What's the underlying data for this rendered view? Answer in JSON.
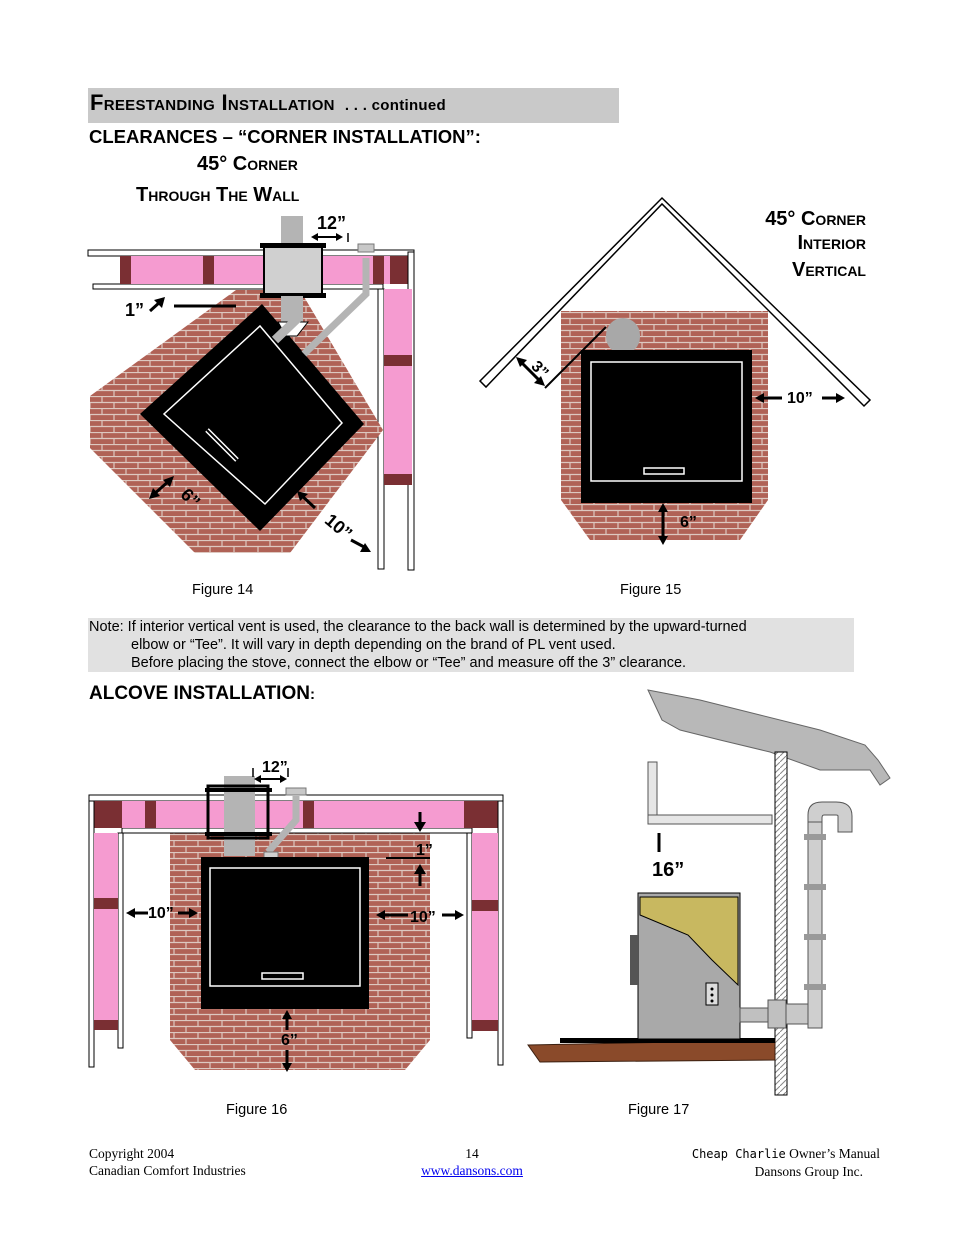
{
  "header": {
    "title": "Freestanding Installation",
    "title_suffix": ". . . continued",
    "subtitle": "CLEARANCES – “CORNER INSTALLATION”:",
    "fig14_heading_line1": "45° Corner",
    "fig14_heading_line2": "Through The Wall"
  },
  "figure14": {
    "caption": "Figure 14",
    "label_top": "12”",
    "label_left": "1”",
    "label_side": "6”",
    "label_front": "10”"
  },
  "figure15": {
    "caption": "Figure 15",
    "heading_line1": "45° Corner",
    "heading_line2": "Interior",
    "heading_line3": "Vertical",
    "label_back": "3”",
    "label_side": "10”",
    "label_front": "6”"
  },
  "note": {
    "line1": "Note:  If interior vertical vent is used, the clearance to the back wall is determined by the upward-turned",
    "line2": "elbow or “Tee”.  It will vary in depth depending on the brand of PL vent used.",
    "line3": "Before placing the stove, connect the elbow or “Tee” and measure off the 3” clearance."
  },
  "alcove": {
    "heading": "ALCOVE INSTALLATION",
    "heading_colon": ":"
  },
  "figure16": {
    "caption": "Figure 16",
    "label_top": "12”",
    "label_back": "1”",
    "label_left": "10”",
    "label_right": "10”",
    "label_front": "6”"
  },
  "figure17": {
    "caption": "Figure 17",
    "label_top": "16”"
  },
  "footer": {
    "copyright": "Copyright 2004",
    "company": "Canadian Comfort Industries",
    "page_number": "14",
    "website": "www.dansons.com",
    "manual_brand": "Cheap Charlie",
    "manual_suffix": " Owner’s Manual",
    "group": "Dansons Group Inc."
  },
  "colors": {
    "brick": "#a4554a",
    "insulation": "#f59bd0",
    "stud": "#7a2f33",
    "stove": "#000000",
    "pipe": "#b4b4b4",
    "title_bar": "#c9c9c9",
    "note_bg": "#e1e1e1",
    "floor": "#8a4a2a",
    "shell": "#c8b860"
  }
}
